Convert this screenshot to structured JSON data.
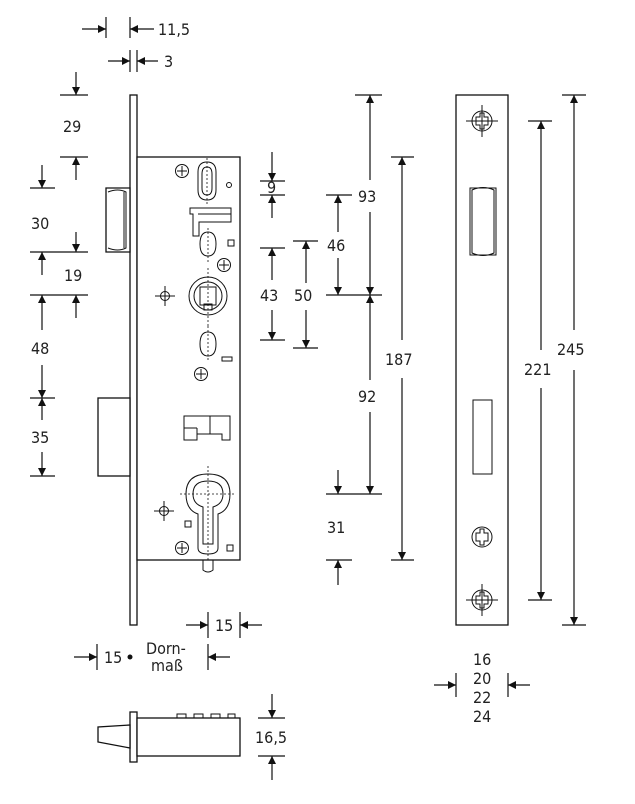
{
  "dimensions": {
    "top_width": "11,5",
    "faceplate_thickness": "3",
    "left_29": "29",
    "left_30": "30",
    "left_19": "19",
    "left_48": "48",
    "left_35": "35",
    "mid_9": "9",
    "mid_43": "43",
    "mid_46": "46",
    "mid_50": "50",
    "right_93": "93",
    "right_92": "92",
    "right_31": "31",
    "right_187": "187",
    "plate_221": "221",
    "plate_245": "245",
    "backset_15": "15",
    "dornmass_15": "15",
    "dornmass_label_1": "Dorn-",
    "dornmass_label_2": "maß",
    "strike_width_1": "16",
    "strike_width_2": "20",
    "strike_width_3": "22",
    "strike_width_4": "24",
    "bottom_depth": "16,5"
  }
}
